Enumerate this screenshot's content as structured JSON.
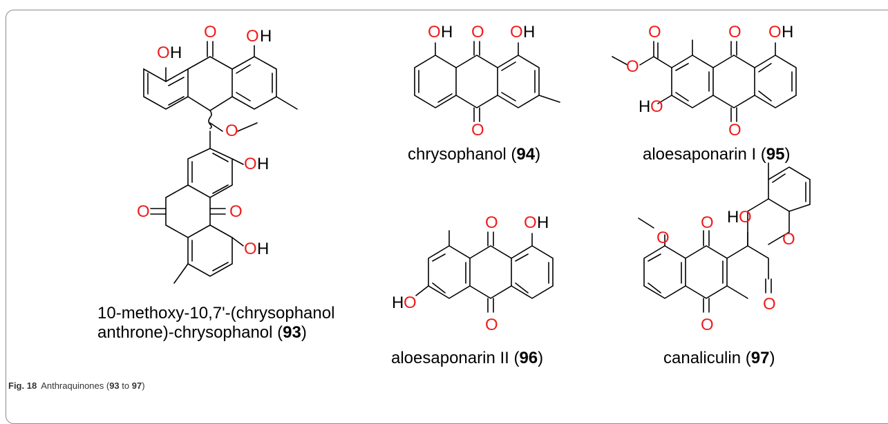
{
  "compounds": [
    {
      "name": "10-methoxy-10,7'-(chrysophanol",
      "name_line2": "anthrone)-chrysophanol (",
      "number": "93",
      "suffix": ")"
    },
    {
      "name": "chrysophanol (",
      "number": "94",
      "suffix": ")"
    },
    {
      "name": "aloesaponarin I (",
      "number": "95",
      "suffix": ")"
    },
    {
      "name": "aloesaponarin II (",
      "number": "96",
      "suffix": ")"
    },
    {
      "name": "canaliculin (",
      "number": "97",
      "suffix": ")"
    }
  ],
  "caption": {
    "label": "Fig. 18",
    "text_before": "Anthraquinones (",
    "from": "93",
    "to_word": " to ",
    "to": "97",
    "text_after": ")"
  },
  "atoms": {
    "O": "O",
    "H": "H",
    "HO_H": "H",
    "HO_O": "O"
  },
  "colors": {
    "heteroatom": "#ee1c1c",
    "bond": "#000000",
    "frame": "#8a8a8a"
  }
}
